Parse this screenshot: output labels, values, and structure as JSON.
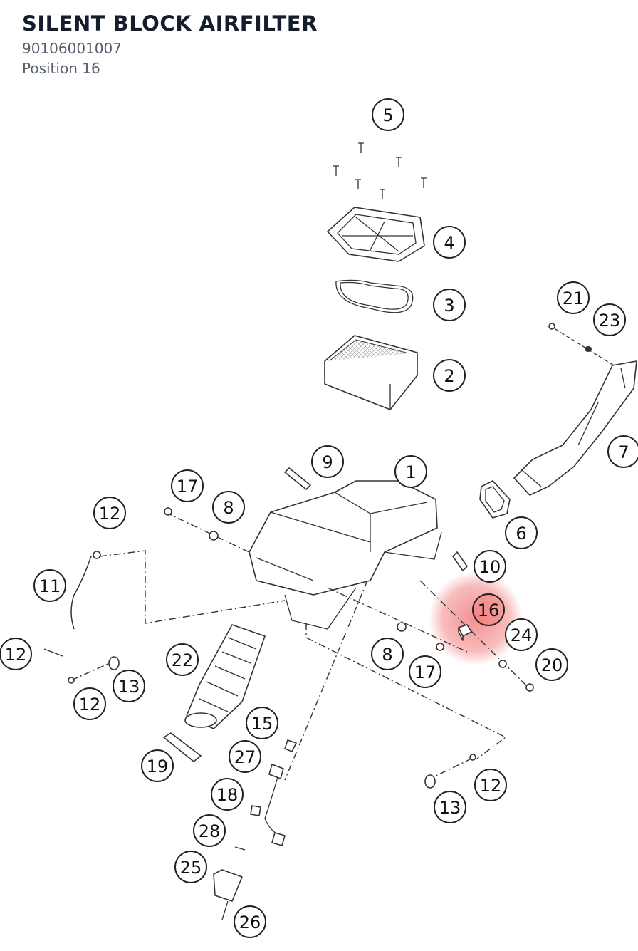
{
  "header": {
    "title": "SILENT BLOCK AIRFILTER",
    "part_number": "90106001007",
    "position": "Position 16"
  },
  "diagram": {
    "highlight_color": "#f06a6a",
    "highlighted_callout": "16",
    "callouts": [
      "5",
      "4",
      "3",
      "2",
      "21",
      "23",
      "7",
      "9",
      "1",
      "17",
      "8",
      "12",
      "6",
      "10",
      "11",
      "16",
      "24",
      "12",
      "8",
      "17",
      "20",
      "22",
      "13",
      "12",
      "15",
      "27",
      "19",
      "18",
      "12",
      "13",
      "28",
      "25",
      "26"
    ]
  }
}
